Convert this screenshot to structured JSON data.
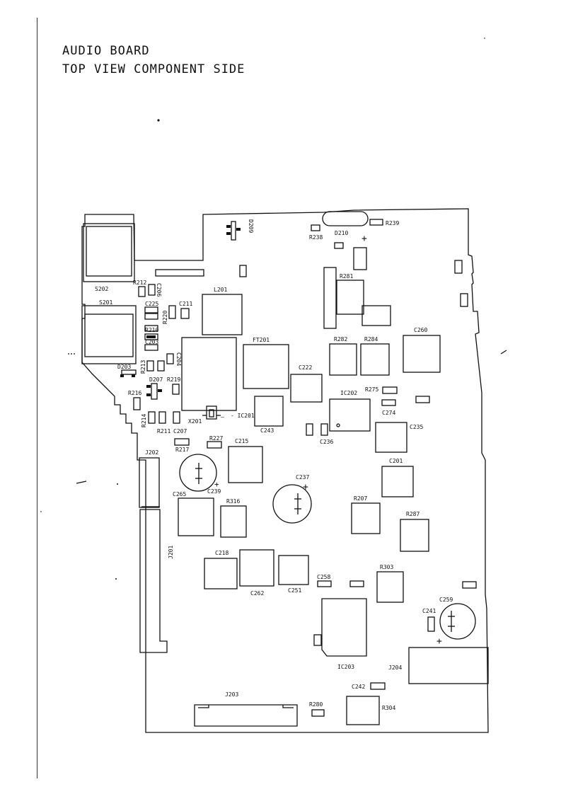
{
  "title": {
    "line1": "AUDIO BOARD",
    "line2": "TOP VIEW COMPONENT SIDE"
  },
  "labels": {
    "D209": "D209",
    "D210": "D210",
    "R238": "R238",
    "R239": "R239",
    "S202": "S202",
    "S201": "S201",
    "R212": "R212",
    "C206": "C206",
    "C225": "C225",
    "R220": "R220",
    "C211": "C211",
    "L201": "L201",
    "R281": "R281",
    "R210": "R210",
    "C203": "C203",
    "C204": "C204",
    "FT201": "FT201",
    "R282": "R282",
    "R284": "R284",
    "C260": "C260",
    "D203": "D203",
    "R213": "R213",
    "C222": "C222",
    "D207": "D207",
    "R219": "R219",
    "IC202": "IC202",
    "R275": "R275",
    "R216": "R216",
    "C274": "C274",
    "R214": "R214",
    "R211": "R211",
    "C207": "C207",
    "X201": "X201",
    "IC201": "IC201",
    "C243": "C243",
    "C236": "C236",
    "C235": "C235",
    "R217": "R217",
    "R227": "R227",
    "C215": "C215",
    "J202": "J202",
    "C201": "C201",
    "C237": "C237",
    "C239": "C239",
    "C265": "C265",
    "R316": "R316",
    "R207": "R207",
    "R287": "R287",
    "J201": "J201",
    "C218": "C218",
    "R303": "R303",
    "C258": "C258",
    "C262": "C262",
    "C251": "C251",
    "C259": "C259",
    "C241": "C241",
    "IC203": "IC203",
    "J204": "J204",
    "C242": "C242",
    "J203": "J203",
    "R280": "R280",
    "R304": "R304"
  }
}
